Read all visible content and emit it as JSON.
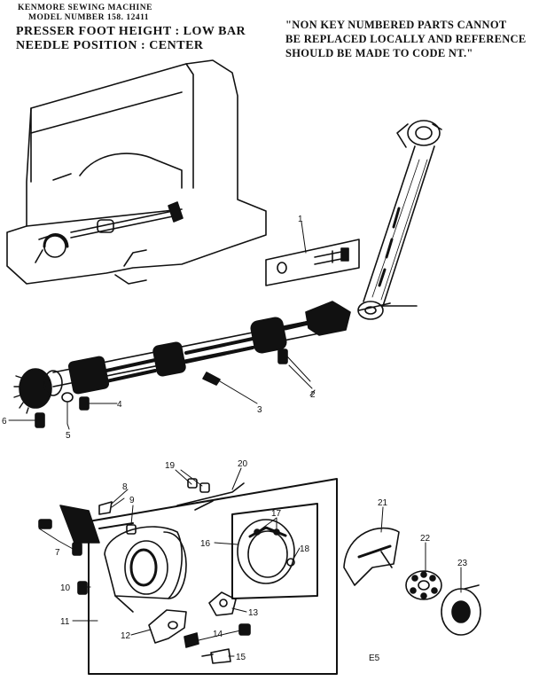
{
  "header": {
    "line1": "KENMORE SEWING MACHINE",
    "line2": "MODEL NUMBER 158. 12411",
    "line3": "PRESSER FOOT HEIGHT : LOW BAR",
    "line4": "NEEDLE POSITION : CENTER"
  },
  "note": {
    "line1": "\"NON KEY NUMBERED PARTS CANNOT",
    "line2": "BE REPLACED LOCALLY AND REFERENCE",
    "line3": "SHOULD BE MADE TO CODE NT.\""
  },
  "callouts": [
    "1",
    "2",
    "3",
    "4",
    "5",
    "6",
    "7",
    "8",
    "9",
    "10",
    "11",
    "12",
    "13",
    "14",
    "15",
    "16",
    "17",
    "18",
    "19",
    "20",
    "21",
    "22",
    "23"
  ],
  "page_code": "E5"
}
